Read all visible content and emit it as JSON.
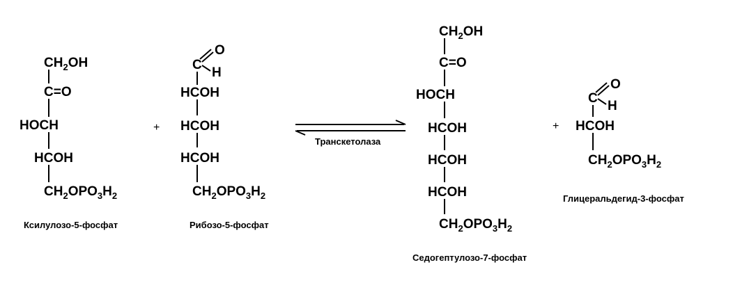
{
  "reaction": {
    "enzyme": "Транскетолаза",
    "plus_sign": "+",
    "molecules": [
      {
        "name": "Ксилулозо-5-фосфат",
        "groups": [
          "CH2OH",
          "C=O",
          "HOCH",
          "HCOH",
          "CH2OPO3H2"
        ]
      },
      {
        "name": "Рибозо-5-фосфат",
        "groups": [
          "CHO",
          "HCOH",
          "HCOH",
          "HCOH",
          "CH2OPO3H2"
        ]
      },
      {
        "name": "Седогептулозо-7-фосфат",
        "groups": [
          "CH2OH",
          "C=O",
          "HOCH",
          "HCOH",
          "HCOH",
          "HCOH",
          "CH2OPO3H2"
        ]
      },
      {
        "name": "Глицеральдегид-3-фосфат",
        "groups": [
          "CHO",
          "HCOH",
          "CH2OPO3H2"
        ]
      }
    ]
  }
}
